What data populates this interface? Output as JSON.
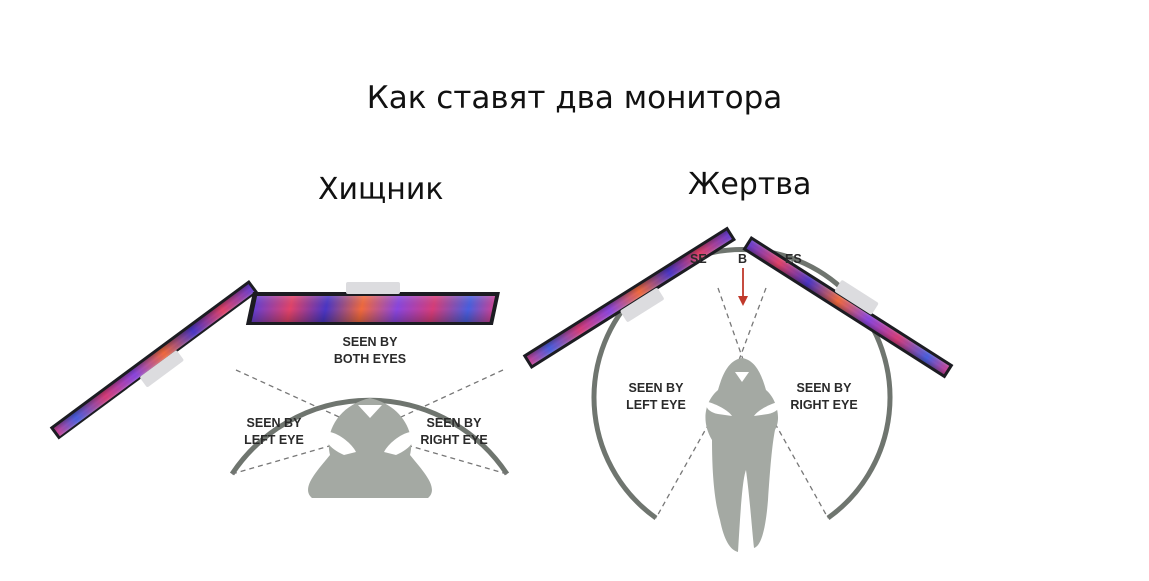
{
  "meme": {
    "title": "Как ставят два монитора",
    "left_caption": "Хищник",
    "right_caption": "Жертва"
  },
  "left_panel": {
    "labels": {
      "both_eyes_1": "SEEN BY",
      "both_eyes_2": "BOTH EYES",
      "left_eye_1": "SEEN BY",
      "left_eye_2": "LEFT EYE",
      "right_eye_1": "SEEN BY",
      "right_eye_2": "RIGHT EYE"
    }
  },
  "right_panel": {
    "labels": {
      "left_eye_1": "SEEN BY",
      "left_eye_2": "LEFT EYE",
      "right_eye_1": "SEEN BY",
      "right_eye_2": "RIGHT EYE",
      "top_fragment_left": "SE",
      "top_fragment_mid": "B",
      "top_fragment_right": "ES"
    }
  },
  "colors": {
    "arc": "#6f756f",
    "head": "#a4a9a3",
    "bezel": "#1c1c22",
    "stand": "#dcdcdf",
    "arrow": "#c0392b"
  }
}
